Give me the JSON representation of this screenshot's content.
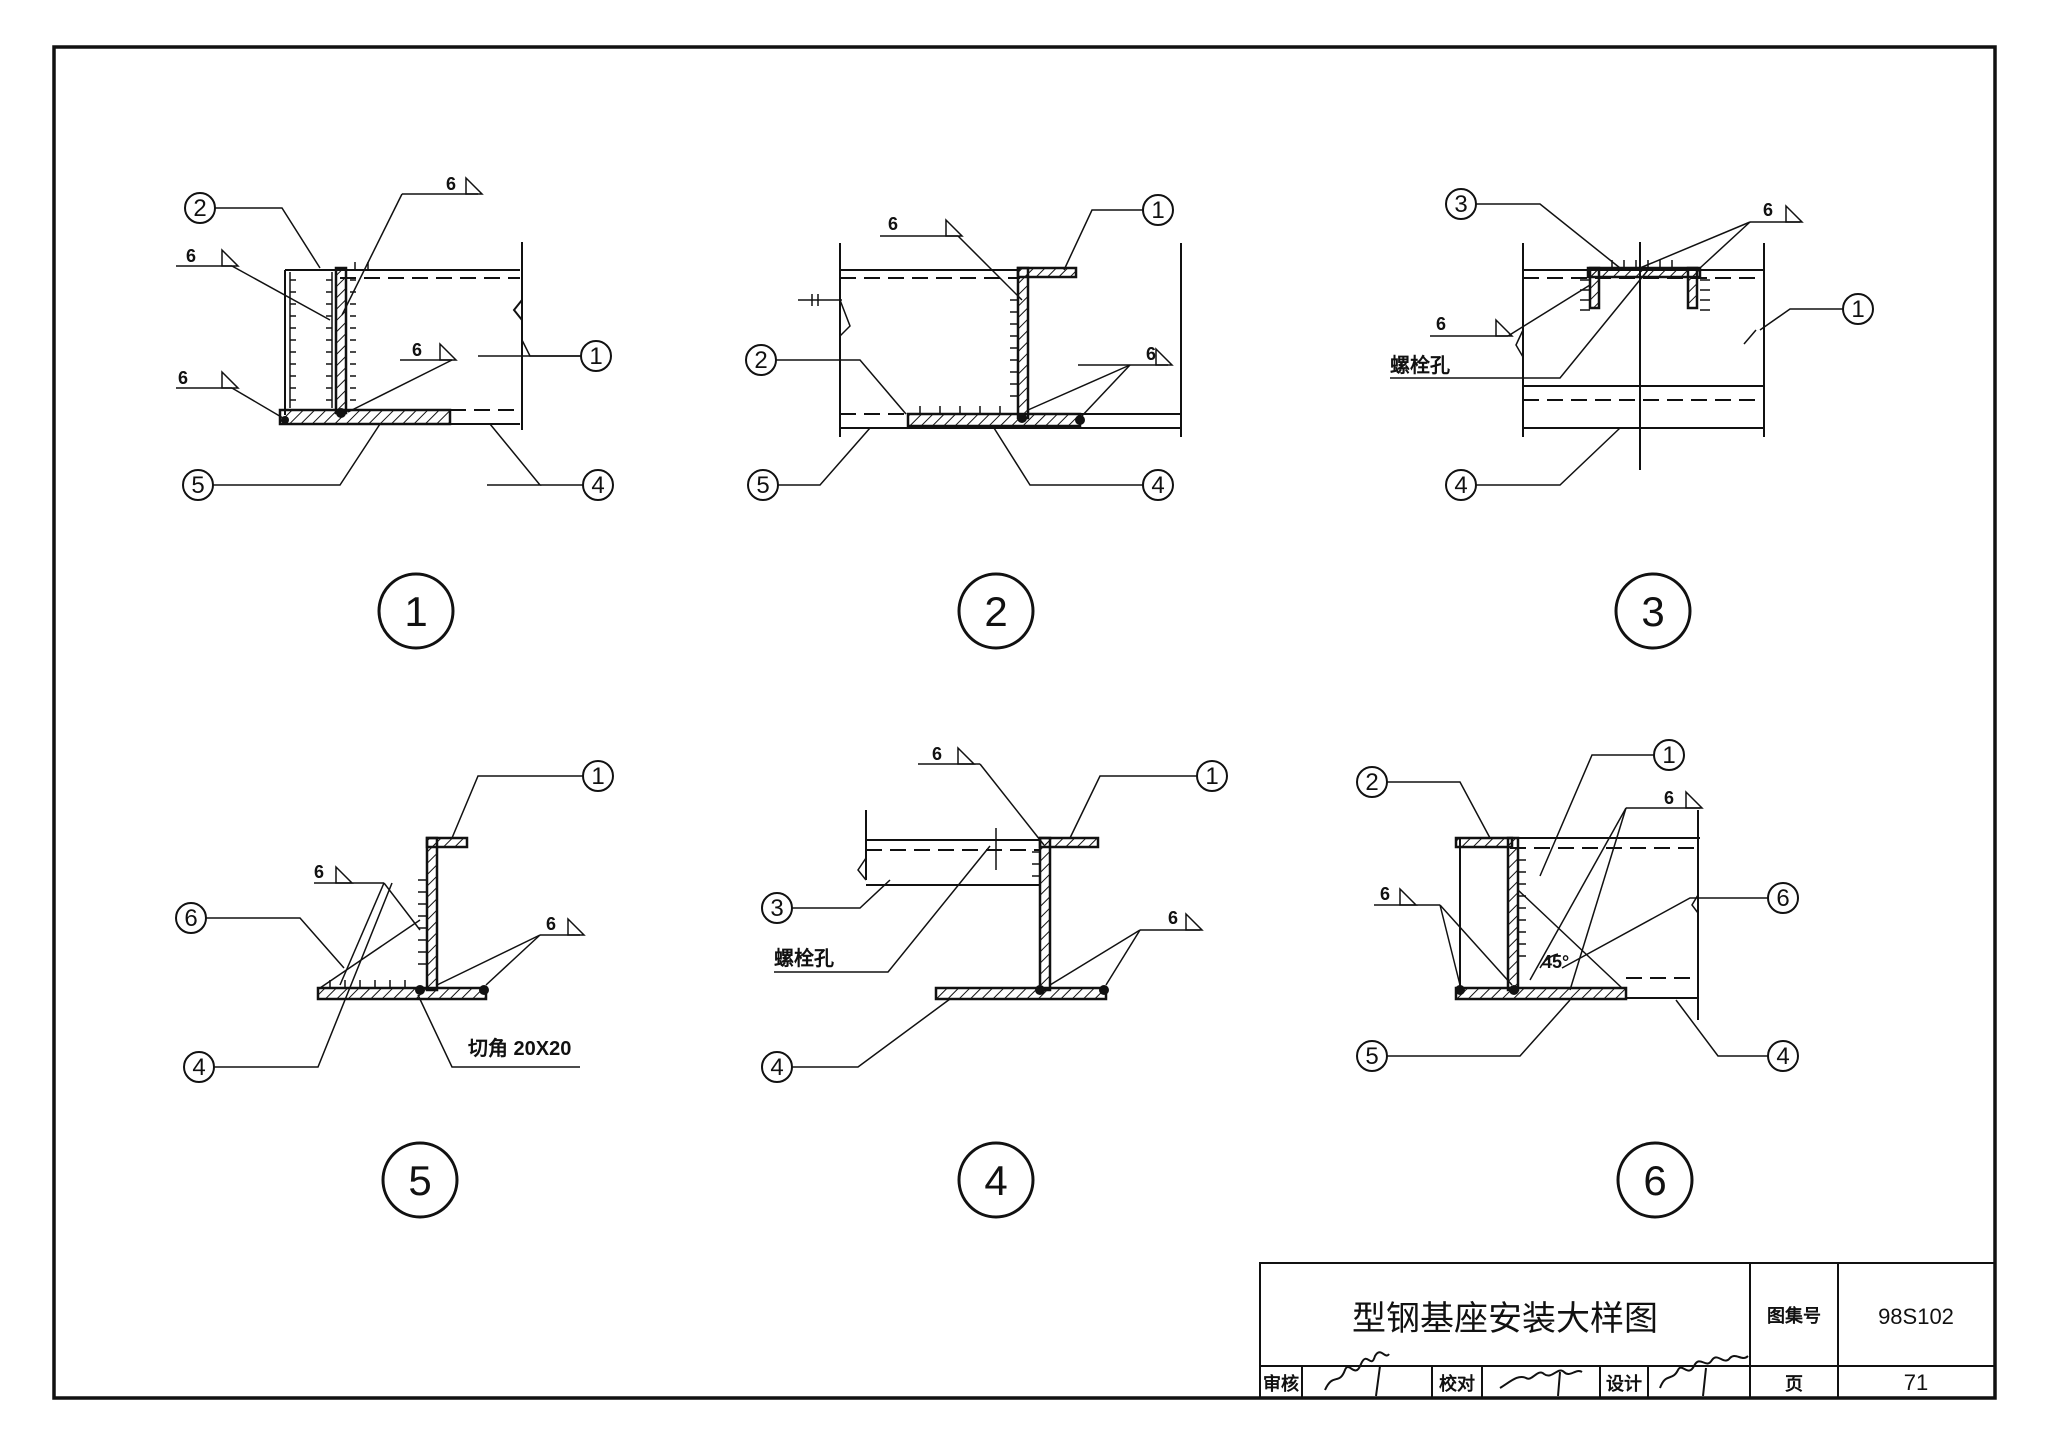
{
  "drawing": {
    "details": [
      {
        "id": "1",
        "title": "1",
        "weld_size": "6",
        "callouts": [
          "2",
          "1",
          "5",
          "4"
        ]
      },
      {
        "id": "2",
        "title": "2",
        "weld_size": "6",
        "callouts": [
          "1",
          "2",
          "5",
          "4"
        ]
      },
      {
        "id": "3",
        "title": "3",
        "weld_size": "6",
        "callouts": [
          "3",
          "1",
          "4"
        ],
        "note": "螺栓孔"
      },
      {
        "id": "5",
        "title": "5",
        "weld_size": "6",
        "callouts": [
          "1",
          "6",
          "4"
        ],
        "note": "切角 20X20"
      },
      {
        "id": "4",
        "title": "4",
        "weld_size": "6",
        "callouts": [
          "1",
          "3",
          "4"
        ],
        "note": "螺栓孔"
      },
      {
        "id": "6",
        "title": "6",
        "weld_size": "6",
        "callouts": [
          "2",
          "1",
          "6",
          "5",
          "4"
        ],
        "angle": "45°"
      }
    ]
  },
  "title_block": {
    "drawing_title": "型钢基座安装大样图",
    "atlas_label": "图集号",
    "atlas_no": "98S102",
    "review_label": "审核",
    "check_label": "校对",
    "design_label": "设计",
    "page_label": "页",
    "page_no": "71",
    "signatures": [
      "reviewer-signature",
      "checker-signature",
      "designer-signature"
    ]
  }
}
